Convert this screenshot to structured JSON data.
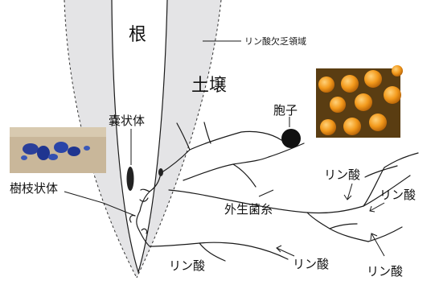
{
  "labels": {
    "root": "根",
    "soil": "土壌",
    "depletion_zone": "リン酸欠乏領域",
    "spore": "胞子",
    "vesicle": "嚢状体",
    "arbuscule": "樹枝状体",
    "extraradical_hyphae": "外生菌糸",
    "phosphate_1": "リン酸",
    "phosphate_2": "リン酸",
    "phosphate_3": "リン酸",
    "phosphate_4": "リン酸",
    "phosphate_5": "リン酸"
  },
  "colors": {
    "depletion_zone_fill": "#e4e4e6",
    "line": "#1a1a1a",
    "spore": "#111111",
    "photo_spores_bg": "#5a3d12",
    "photo_spores_ball": "#f39a1c",
    "photo_arbuscule_bg": "#c9b79a",
    "photo_arbuscule_stain": "#2a3f9a"
  }
}
